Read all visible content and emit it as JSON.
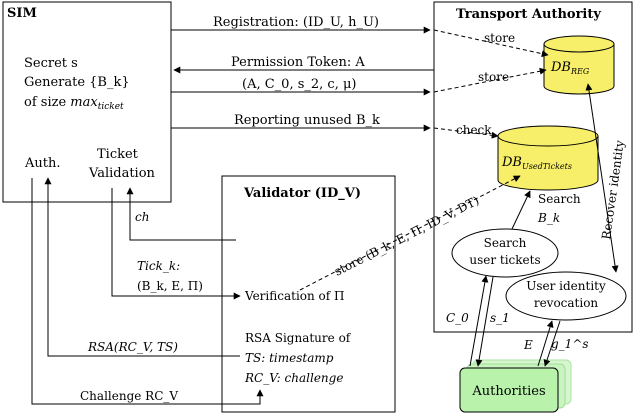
{
  "sim": {
    "title": "SIM",
    "secret_line": "Secret s",
    "generate_line": "Generate {B_k}",
    "size_prefix": "of size ",
    "size_var": "max",
    "size_sub": "ticket",
    "auth": "Auth.",
    "ticket": "Ticket",
    "validation": "Validation"
  },
  "transport": {
    "title": "Transport Authority",
    "db_reg": "DB",
    "db_reg_sub": "REG",
    "db_used": "DB",
    "db_used_sub": "UsedTickets",
    "search_user": [
      "Search",
      "user tickets"
    ],
    "revocation": [
      "User identity",
      "revocation"
    ],
    "recover": "Recover identity",
    "search_bk": [
      "Search",
      "B_k"
    ]
  },
  "validator": {
    "title": "Validator (ID_V)",
    "verification": "Verification of Π",
    "rsa_line1": "RSA Signature of",
    "rsa_line2": "TS: timestamp",
    "rsa_line3": "RC_V: challenge"
  },
  "authorities": {
    "label": "Authorities"
  },
  "arrows": {
    "registration": "Registration: (ID_U, h_U)",
    "store": "store",
    "permission": "Permission Token: A",
    "tuple": "(A, C_0, s_2, c, μ)",
    "reporting": "Reporting unused B_k",
    "check": "check",
    "ch": "ch",
    "tick": "Tick_k:",
    "tick_tuple": "(B_k, E, Π)",
    "store_long": "store (B_k, E, Π, ID_V, DT)",
    "rsa": "RSA(RC_V, TS)",
    "challenge": "Challenge RC_V",
    "c0": "C_0",
    "s1": "s_1",
    "e": "E",
    "g1s": "g_1^s"
  }
}
